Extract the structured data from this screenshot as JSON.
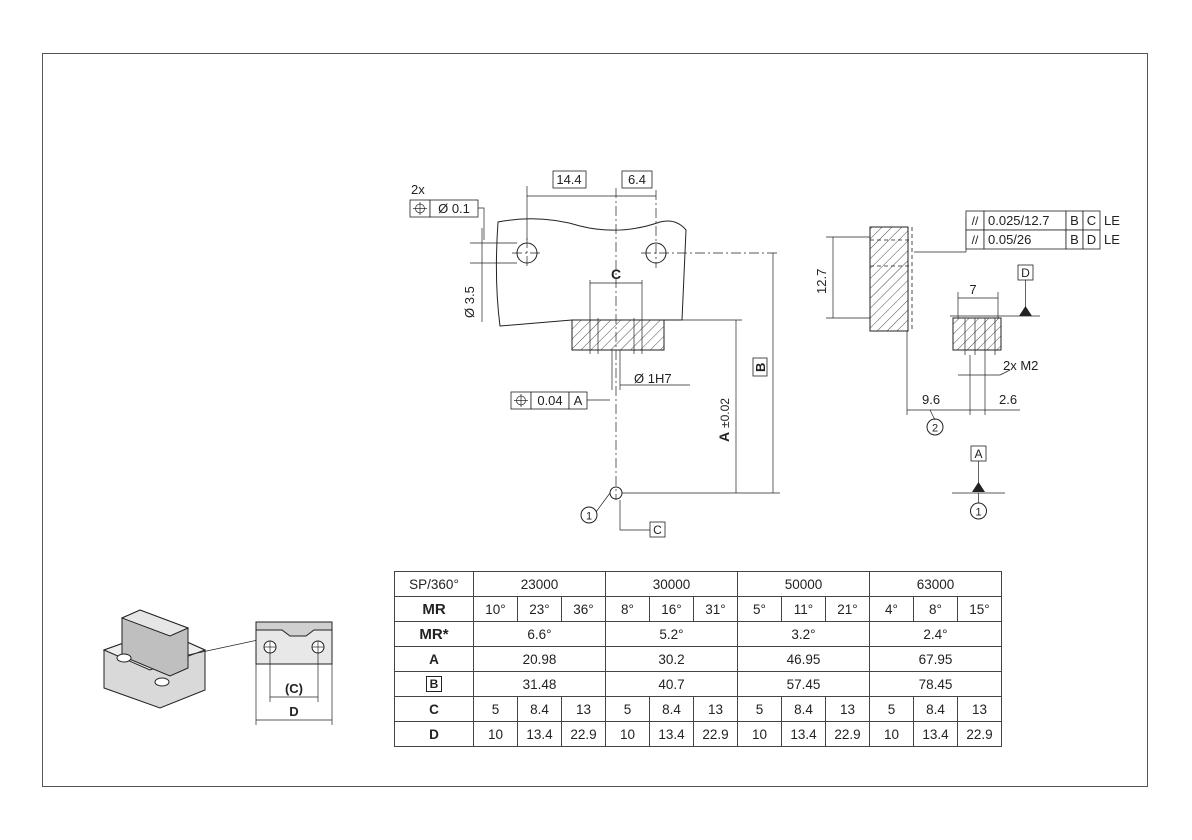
{
  "drawing": {
    "front": {
      "dim_14_4": "14.4",
      "dim_6_4": "6.4",
      "hole_count": "2x",
      "hole_tol": "Ø 0.1",
      "hole_dia": "Ø 3.5",
      "dim_c": "C",
      "bore": "Ø 1H7",
      "pos_tol_value": "0.04",
      "pos_tol_datum": "A",
      "dim_a": "A",
      "dim_a_tol": "±0.02",
      "datum_b": "B",
      "callout_1": "1",
      "datum_c": "C"
    },
    "side": {
      "fcf1_value": "0.025/12.7",
      "fcf1_datum1": "B",
      "fcf1_datum2": "C",
      "fcf1_suffix": "LE",
      "fcf2_value": "0.05/26",
      "fcf2_datum1": "B",
      "fcf2_datum2": "D",
      "fcf2_suffix": "LE",
      "dim_12_7": "12.7",
      "datum_d": "D",
      "dim_7": "7",
      "thread": "2x M2",
      "dim_9_6": "9.6",
      "dim_2_6": "2.6",
      "callout_2": "2",
      "datum_a": "A",
      "callout_1": "1"
    },
    "thumb": {
      "dim_c": "(C)",
      "dim_d": "D"
    }
  },
  "table": {
    "header_label": "SP/360°",
    "groups": [
      "23000",
      "30000",
      "50000",
      "63000"
    ],
    "mr_label": "MR",
    "mr_values": [
      "10°",
      "23°",
      "36°",
      "8°",
      "16°",
      "31°",
      "5°",
      "11°",
      "21°",
      "4°",
      "8°",
      "15°"
    ],
    "mr_star_label": "MR*",
    "mr_star_values": [
      "6.6°",
      "5.2°",
      "3.2°",
      "2.4°"
    ],
    "a_label": "A",
    "a_values": [
      "20.98",
      "30.2",
      "46.95",
      "67.95"
    ],
    "b_label": "B",
    "b_values": [
      "31.48",
      "40.7",
      "57.45",
      "78.45"
    ],
    "c_label": "C",
    "c_values": [
      "5",
      "8.4",
      "13",
      "5",
      "8.4",
      "13",
      "5",
      "8.4",
      "13",
      "5",
      "8.4",
      "13"
    ],
    "d_label": "D",
    "d_values": [
      "10",
      "13.4",
      "22.9",
      "10",
      "13.4",
      "22.9",
      "10",
      "13.4",
      "22.9",
      "10",
      "13.4",
      "22.9"
    ]
  }
}
